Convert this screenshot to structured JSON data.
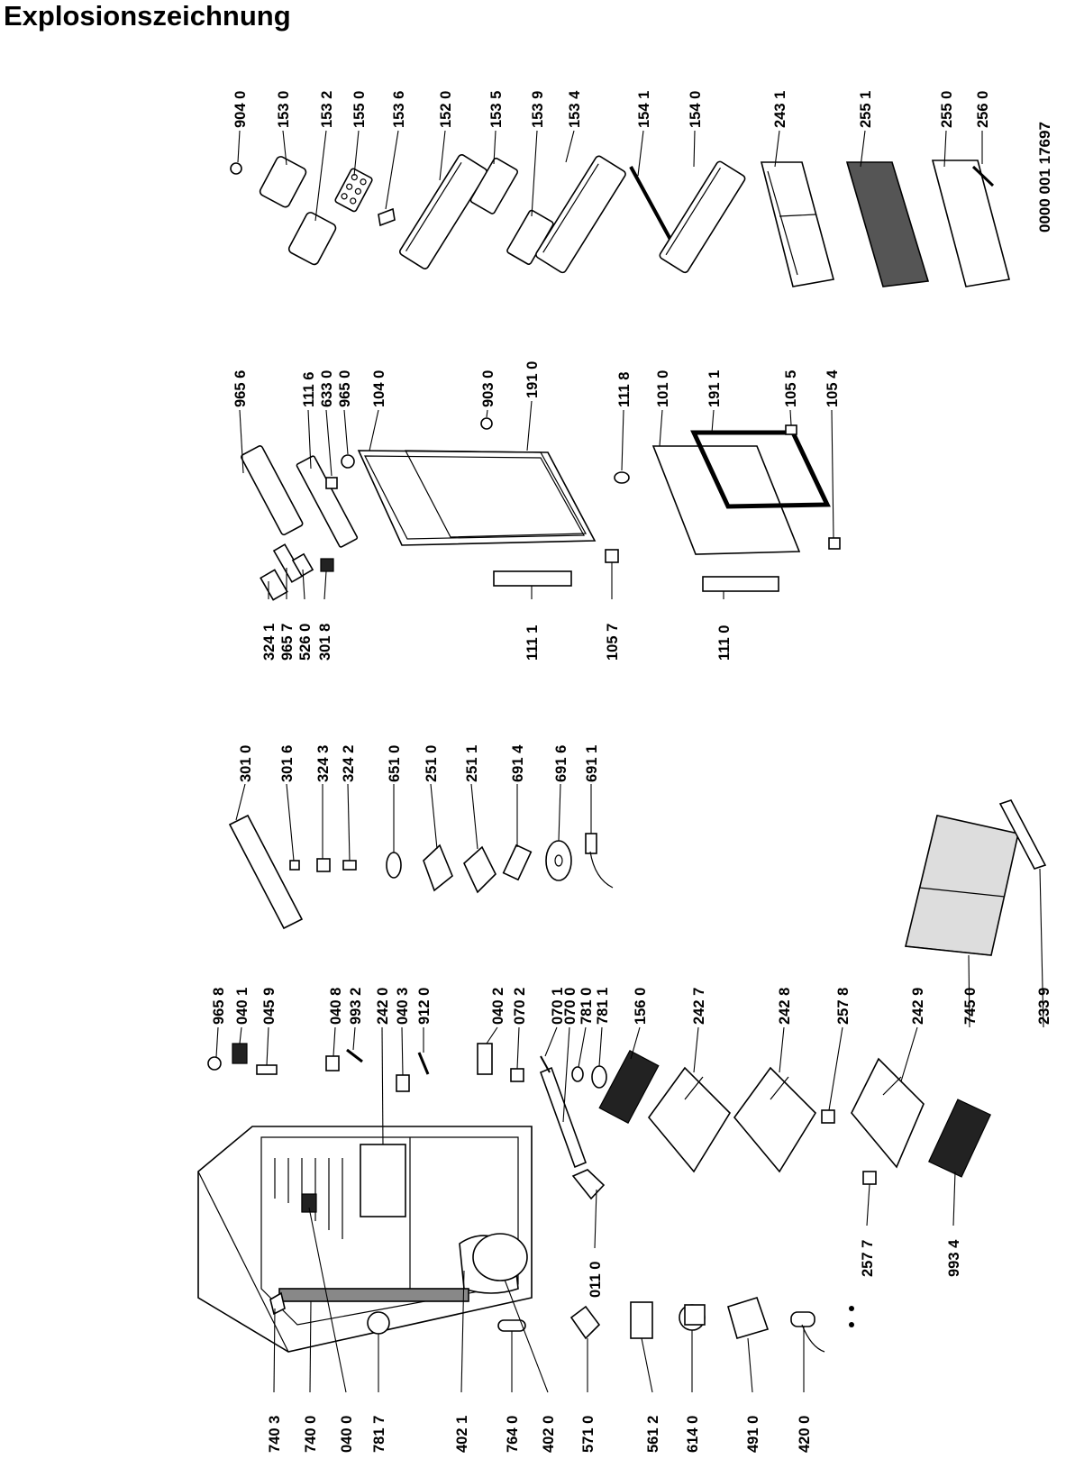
{
  "title": "Explosionszeichnung",
  "document_number": "0000 001 17697",
  "callouts": [
    "904 0",
    "153 0",
    "153 2",
    "155 0",
    "153 6",
    "152 0",
    "153 5",
    "153 9",
    "153 4",
    "154 1",
    "154 0",
    "243 1",
    "255 1",
    "255 0",
    "256 0",
    "965 6",
    "111 6",
    "633 0",
    "965 0",
    "104 0",
    "903 0",
    "191 0",
    "111 8",
    "101 0",
    "191 1",
    "105 5",
    "105 4",
    "324 1",
    "965 7",
    "526 0",
    "301 8",
    "111 1",
    "105 7",
    "111 0",
    "301 0",
    "301 6",
    "324 3",
    "324 2",
    "651 0",
    "251 0",
    "251 1",
    "691 4",
    "691 6",
    "691 1",
    "965 8",
    "040 1",
    "045 9",
    "040 8",
    "993 2",
    "242 0",
    "040 3",
    "912 0",
    "040 2",
    "070 2",
    "070 1",
    "070 0",
    "781 0",
    "781 1",
    "156 0",
    "242 7",
    "242 8",
    "257 8",
    "242 9",
    "745 0",
    "233 9",
    "011 0",
    "257 7",
    "993 4",
    "740 3",
    "740 0",
    "040 0",
    "781 7",
    "402 1",
    "764 0",
    "402 0",
    "571 0",
    "561 2",
    "614 0",
    "491 0",
    "420 0"
  ]
}
